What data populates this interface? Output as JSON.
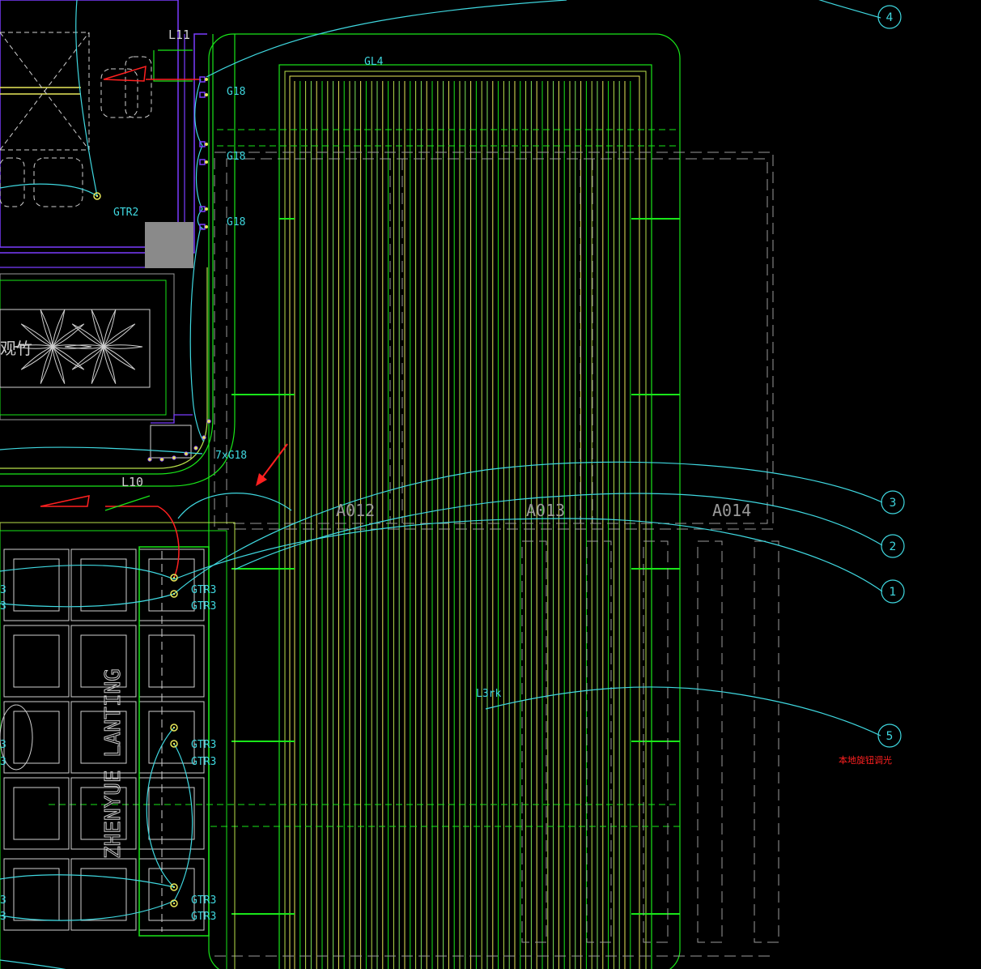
{
  "drawing": {
    "colors": {
      "background": "#000000",
      "wire": "#3fd8e0",
      "green": "#19e619",
      "yellow_green": "#b8e04a",
      "light_green": "#7fe35a",
      "yellow": "#e8e85a",
      "grey": "#9a9a9a",
      "purple": "#7a3cff",
      "red": "#ff2020",
      "white": "#d0d0d0"
    },
    "labels": {
      "l11": "L11",
      "l10": "L10",
      "gl4": "GL4",
      "g18": "G18",
      "g18b": "G18",
      "g18c": "G18",
      "g18_count": "7xG18",
      "gtr2": "GTR2",
      "gtr3": "GTR3",
      "a012": "A012",
      "a013": "A013",
      "a014": "A014",
      "l3rk": "L3rk",
      "vertical_text": "ZHENYUE LANTING",
      "chinese_left": "观竹",
      "red_note": "本地旋钮调光"
    },
    "circuits": [
      "1",
      "2",
      "3",
      "4",
      "5"
    ]
  }
}
